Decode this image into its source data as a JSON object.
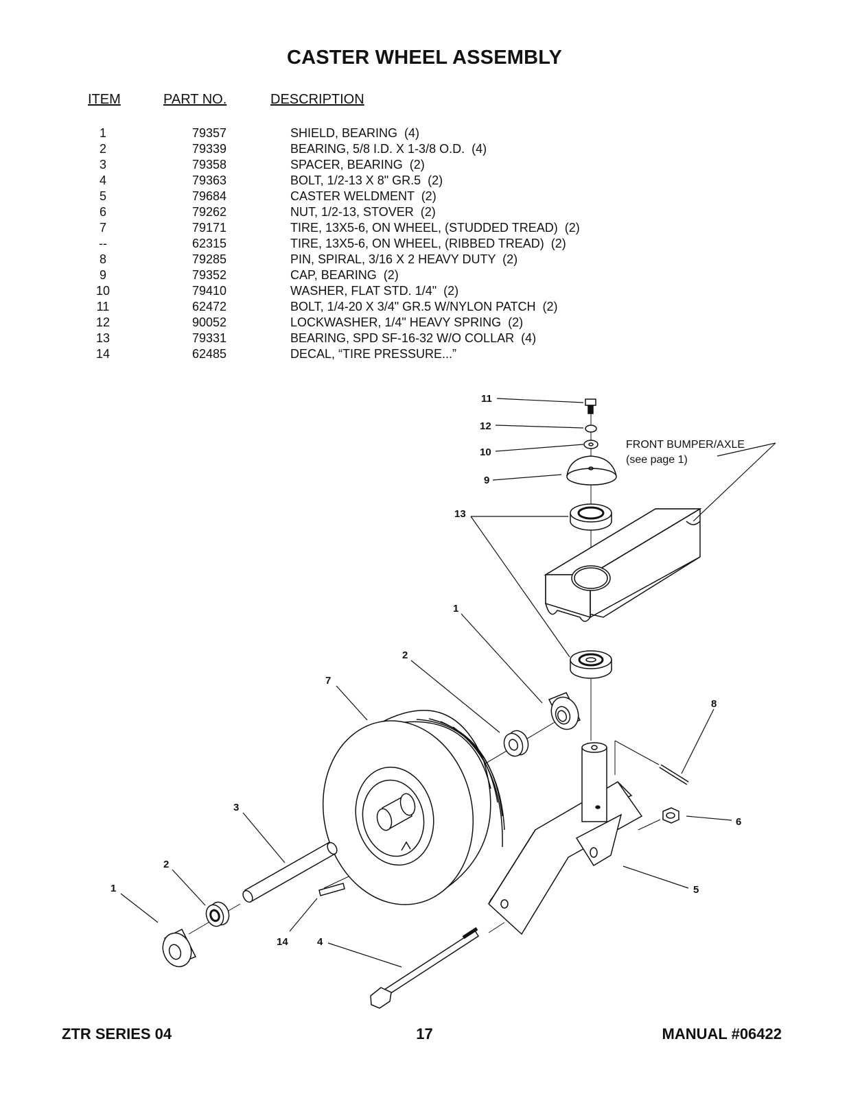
{
  "title": "CASTER WHEEL ASSEMBLY",
  "table": {
    "headers": {
      "item": "ITEM",
      "part_no": "PART NO.",
      "description": "DESCRIPTION"
    },
    "rows": [
      {
        "item": "1",
        "part_no": "79357",
        "description": "SHIELD, BEARING  (4)"
      },
      {
        "item": "2",
        "part_no": "79339",
        "description": "BEARING, 5/8 I.D. X 1-3/8 O.D.  (4)"
      },
      {
        "item": "3",
        "part_no": "79358",
        "description": "SPACER, BEARING  (2)"
      },
      {
        "item": "4",
        "part_no": "79363",
        "description": "BOLT, 1/2-13 X 8\" GR.5  (2)"
      },
      {
        "item": "5",
        "part_no": "79684",
        "description": "CASTER WELDMENT  (2)"
      },
      {
        "item": "6",
        "part_no": "79262",
        "description": "NUT, 1/2-13, STOVER  (2)"
      },
      {
        "item": "7",
        "part_no": "79171",
        "description": "TIRE, 13X5-6, ON WHEEL, (STUDDED TREAD)  (2)"
      },
      {
        "item": "--",
        "part_no": "62315",
        "description": "TIRE, 13X5-6, ON WHEEL, (RIBBED TREAD)  (2)"
      },
      {
        "item": "8",
        "part_no": "79285",
        "description": "PIN, SPIRAL, 3/16 X 2 HEAVY DUTY  (2)"
      },
      {
        "item": "9",
        "part_no": "79352",
        "description": "CAP, BEARING  (2)"
      },
      {
        "item": "10",
        "part_no": "79410",
        "description": "WASHER, FLAT STD. 1/4\"  (2)"
      },
      {
        "item": "11",
        "part_no": "62472",
        "description": "BOLT, 1/4-20 X 3/4\" GR.5 W/NYLON PATCH  (2)"
      },
      {
        "item": "12",
        "part_no": "90052",
        "description": "LOCKWASHER, 1/4\" HEAVY SPRING  (2)"
      },
      {
        "item": "13",
        "part_no": "79331",
        "description": "BEARING, SPD SF-16-32 W/O COLLAR  (4)"
      },
      {
        "item": "14",
        "part_no": "62485",
        "description": "DECAL, “TIRE PRESSURE...”"
      }
    ]
  },
  "diagram": {
    "callouts": {
      "c11": "11",
      "c12": "12",
      "c10": "10",
      "c9": "9",
      "c13": "13",
      "c1_upper": "1",
      "c2_upper": "2",
      "c7": "7",
      "c8": "8",
      "c6": "6",
      "c3": "3",
      "c2_lower": "2",
      "c1_lower": "1",
      "c5": "5",
      "c14": "14",
      "c4": "4"
    },
    "notes": {
      "bumper_line1": "FRONT BUMPER/AXLE",
      "bumper_line2": "(see page 1)"
    }
  },
  "footer": {
    "left": "ZTR SERIES 04",
    "center": "17",
    "right": "MANUAL #06422"
  }
}
